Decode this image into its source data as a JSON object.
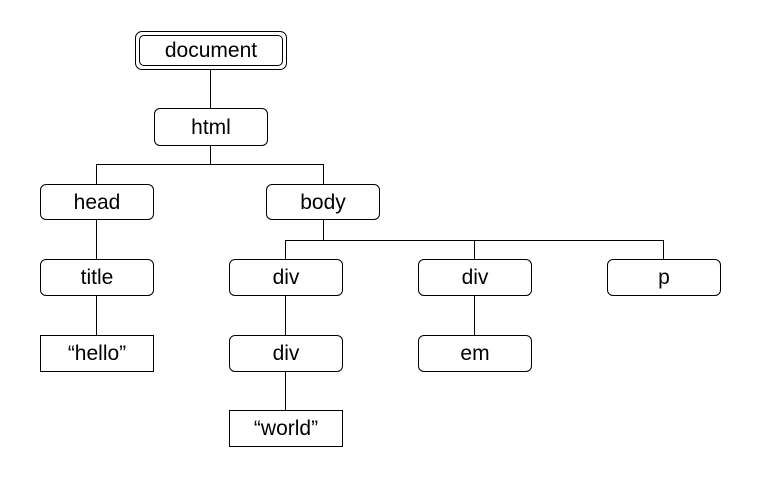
{
  "tree": {
    "root": "document",
    "html": "html",
    "head": "head",
    "body": "body",
    "title": "title",
    "hello": "“hello”",
    "div_a": "div",
    "div_b": "div",
    "p": "p",
    "div_inner": "div",
    "em": "em",
    "world": "“world”"
  }
}
